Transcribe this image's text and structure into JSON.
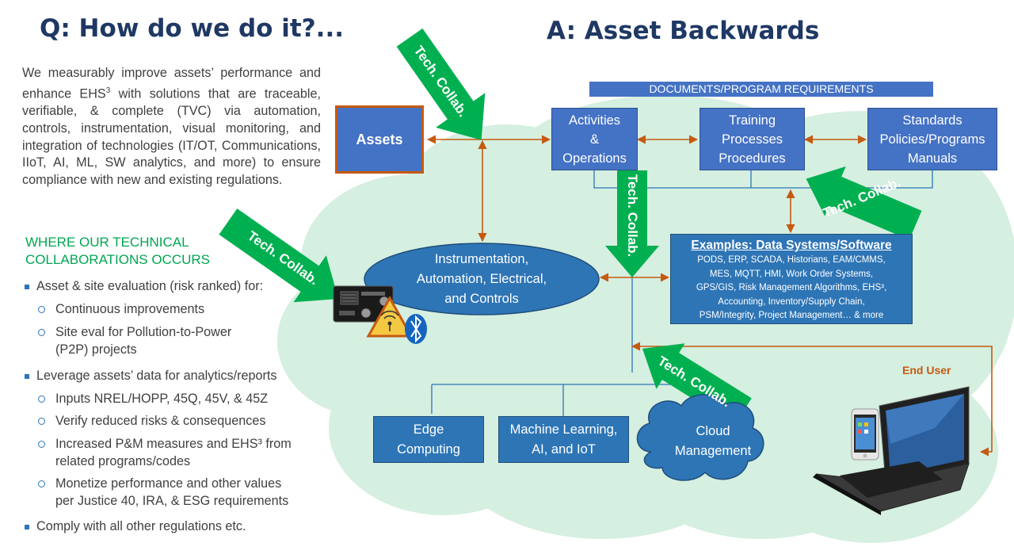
{
  "left": {
    "question_prefix": "Q:",
    "question_text": "How do we do it?...",
    "intro_a": "We measurably improve assets’ performance and enhance EHS",
    "intro_sup": "3",
    "intro_b": " with solutions that are traceable, verifiable, & complete (TVC) via automation, controls, instrumentation, visual monitoring, and integration of technologies (IT/OT, Communications, IIoT, AI, ML, SW analytics, and more) to ensure compliance with new and existing regulations.",
    "section_heading_1": "WHERE OUR TECHNICAL",
    "section_heading_2": "COLLABORATIONS OCCURS",
    "b1": "Asset & site evaluation (risk ranked) for:",
    "b1_1": "Continuous improvements",
    "b1_2a": "Site eval for Pollution-to-Power",
    "b1_2b": "(P2P) projects",
    "b2": "Leverage assets’ data for analytics/reports",
    "b2_1": "Inputs NREL/HOPP, 45Q, 45V, & 45Z",
    "b2_2": "Verify reduced risks & consequences",
    "b2_3a": "Increased P&M measures and EHS³ from",
    "b2_3b": "related programs/codes",
    "b2_4a": "Monetize performance and other values",
    "b2_4b": "per Justice 40, IRA, & ESG requirements",
    "b3": "Comply with all other regulations etc."
  },
  "right": {
    "answer_prefix": "A:",
    "answer_text": "Asset Backwards",
    "doc_bar": "DOCUMENTS/PROGRAM REQUIREMENTS",
    "assets": "Assets",
    "activities_1": "Activities",
    "activities_2": "&",
    "activities_3": "Operations",
    "training_1": "Training",
    "training_2": "Processes",
    "training_3": "Procedures",
    "standards_1": "Standards",
    "standards_2": "Policies/Programs",
    "standards_3": "Manuals",
    "instr_1": "Instrumentation,",
    "instr_2": "Automation, Electrical,",
    "instr_3": "and Controls",
    "examples_title": "Examples: Data Systems/Software",
    "examples_1": "PODS, ERP, SCADA, Historians, EAM/CMMS,",
    "examples_2": "MES, MQTT, HMI, Work Order Systems,",
    "examples_3": "GPS/GIS, Risk Management Algorithms, EHS³,",
    "examples_4": "Accounting, Inventory/Supply Chain,",
    "examples_5": "PSM/Integrity, Project Management… & more",
    "edge_1": "Edge",
    "edge_2": "Computing",
    "ml_1": "Machine Learning,",
    "ml_2": "AI, and IoT",
    "cloud_1": "Cloud",
    "cloud_2": "Management",
    "end_user": "End User",
    "tech_collab": "Tech. Collab."
  },
  "colors": {
    "title": "#1f3864",
    "green_text": "#00a651",
    "arrow_green": "#00b050",
    "box_blue": "#4472c4",
    "teal": "#2e75b6",
    "cloud_fill": "#d5efe0",
    "connector": "#c55a11"
  }
}
